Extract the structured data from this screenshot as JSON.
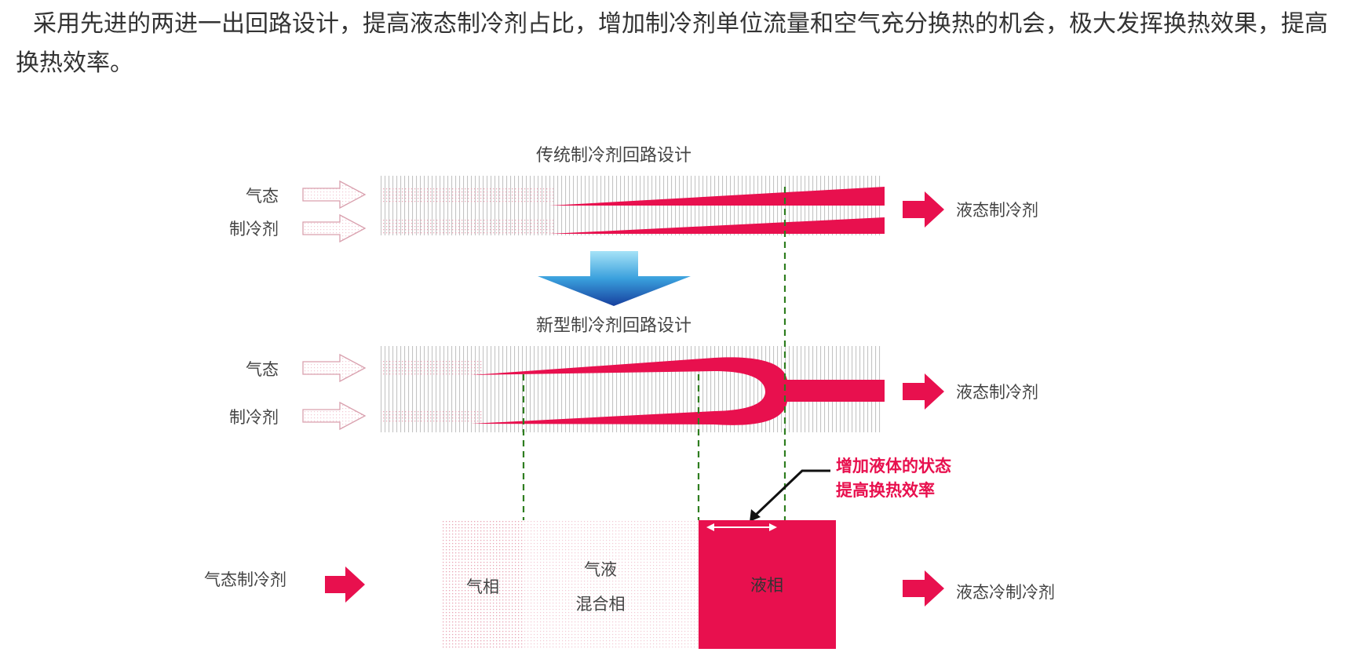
{
  "intro_text": "采用先进的两进一出回路设计，提高液态制冷剂占比，增加制冷剂单位流量和空气充分换热的机会，极大发挥换热效果，提高换热效率。",
  "traditional": {
    "title": "传统制冷剂回路设计",
    "inlet_label_1": "气态",
    "inlet_label_2": "制冷剂",
    "outlet_label": "液态制冷剂"
  },
  "new_design": {
    "title": "新型制冷剂回路设计",
    "inlet_label_1": "气态",
    "inlet_label_2": "制冷剂",
    "outlet_label": "液态制冷剂"
  },
  "callout": {
    "line1": "增加液体的状态",
    "line2": "提高换热效率"
  },
  "phases": {
    "inlet_label": "气态制冷剂",
    "gas_phase": "气相",
    "mixed_phase_line1": "气液",
    "mixed_phase_line2": "混合相",
    "liquid_phase": "液相",
    "outlet_label": "液态冷制冷剂"
  },
  "colors": {
    "refrigerant": "#e8104e",
    "accent_text": "#e8104e",
    "guide_line": "#2e7d1f",
    "down_arrow_top": "#9fe0f5",
    "down_arrow_bottom": "#1a4fb0",
    "fin_lines": "#c8c8c8"
  }
}
